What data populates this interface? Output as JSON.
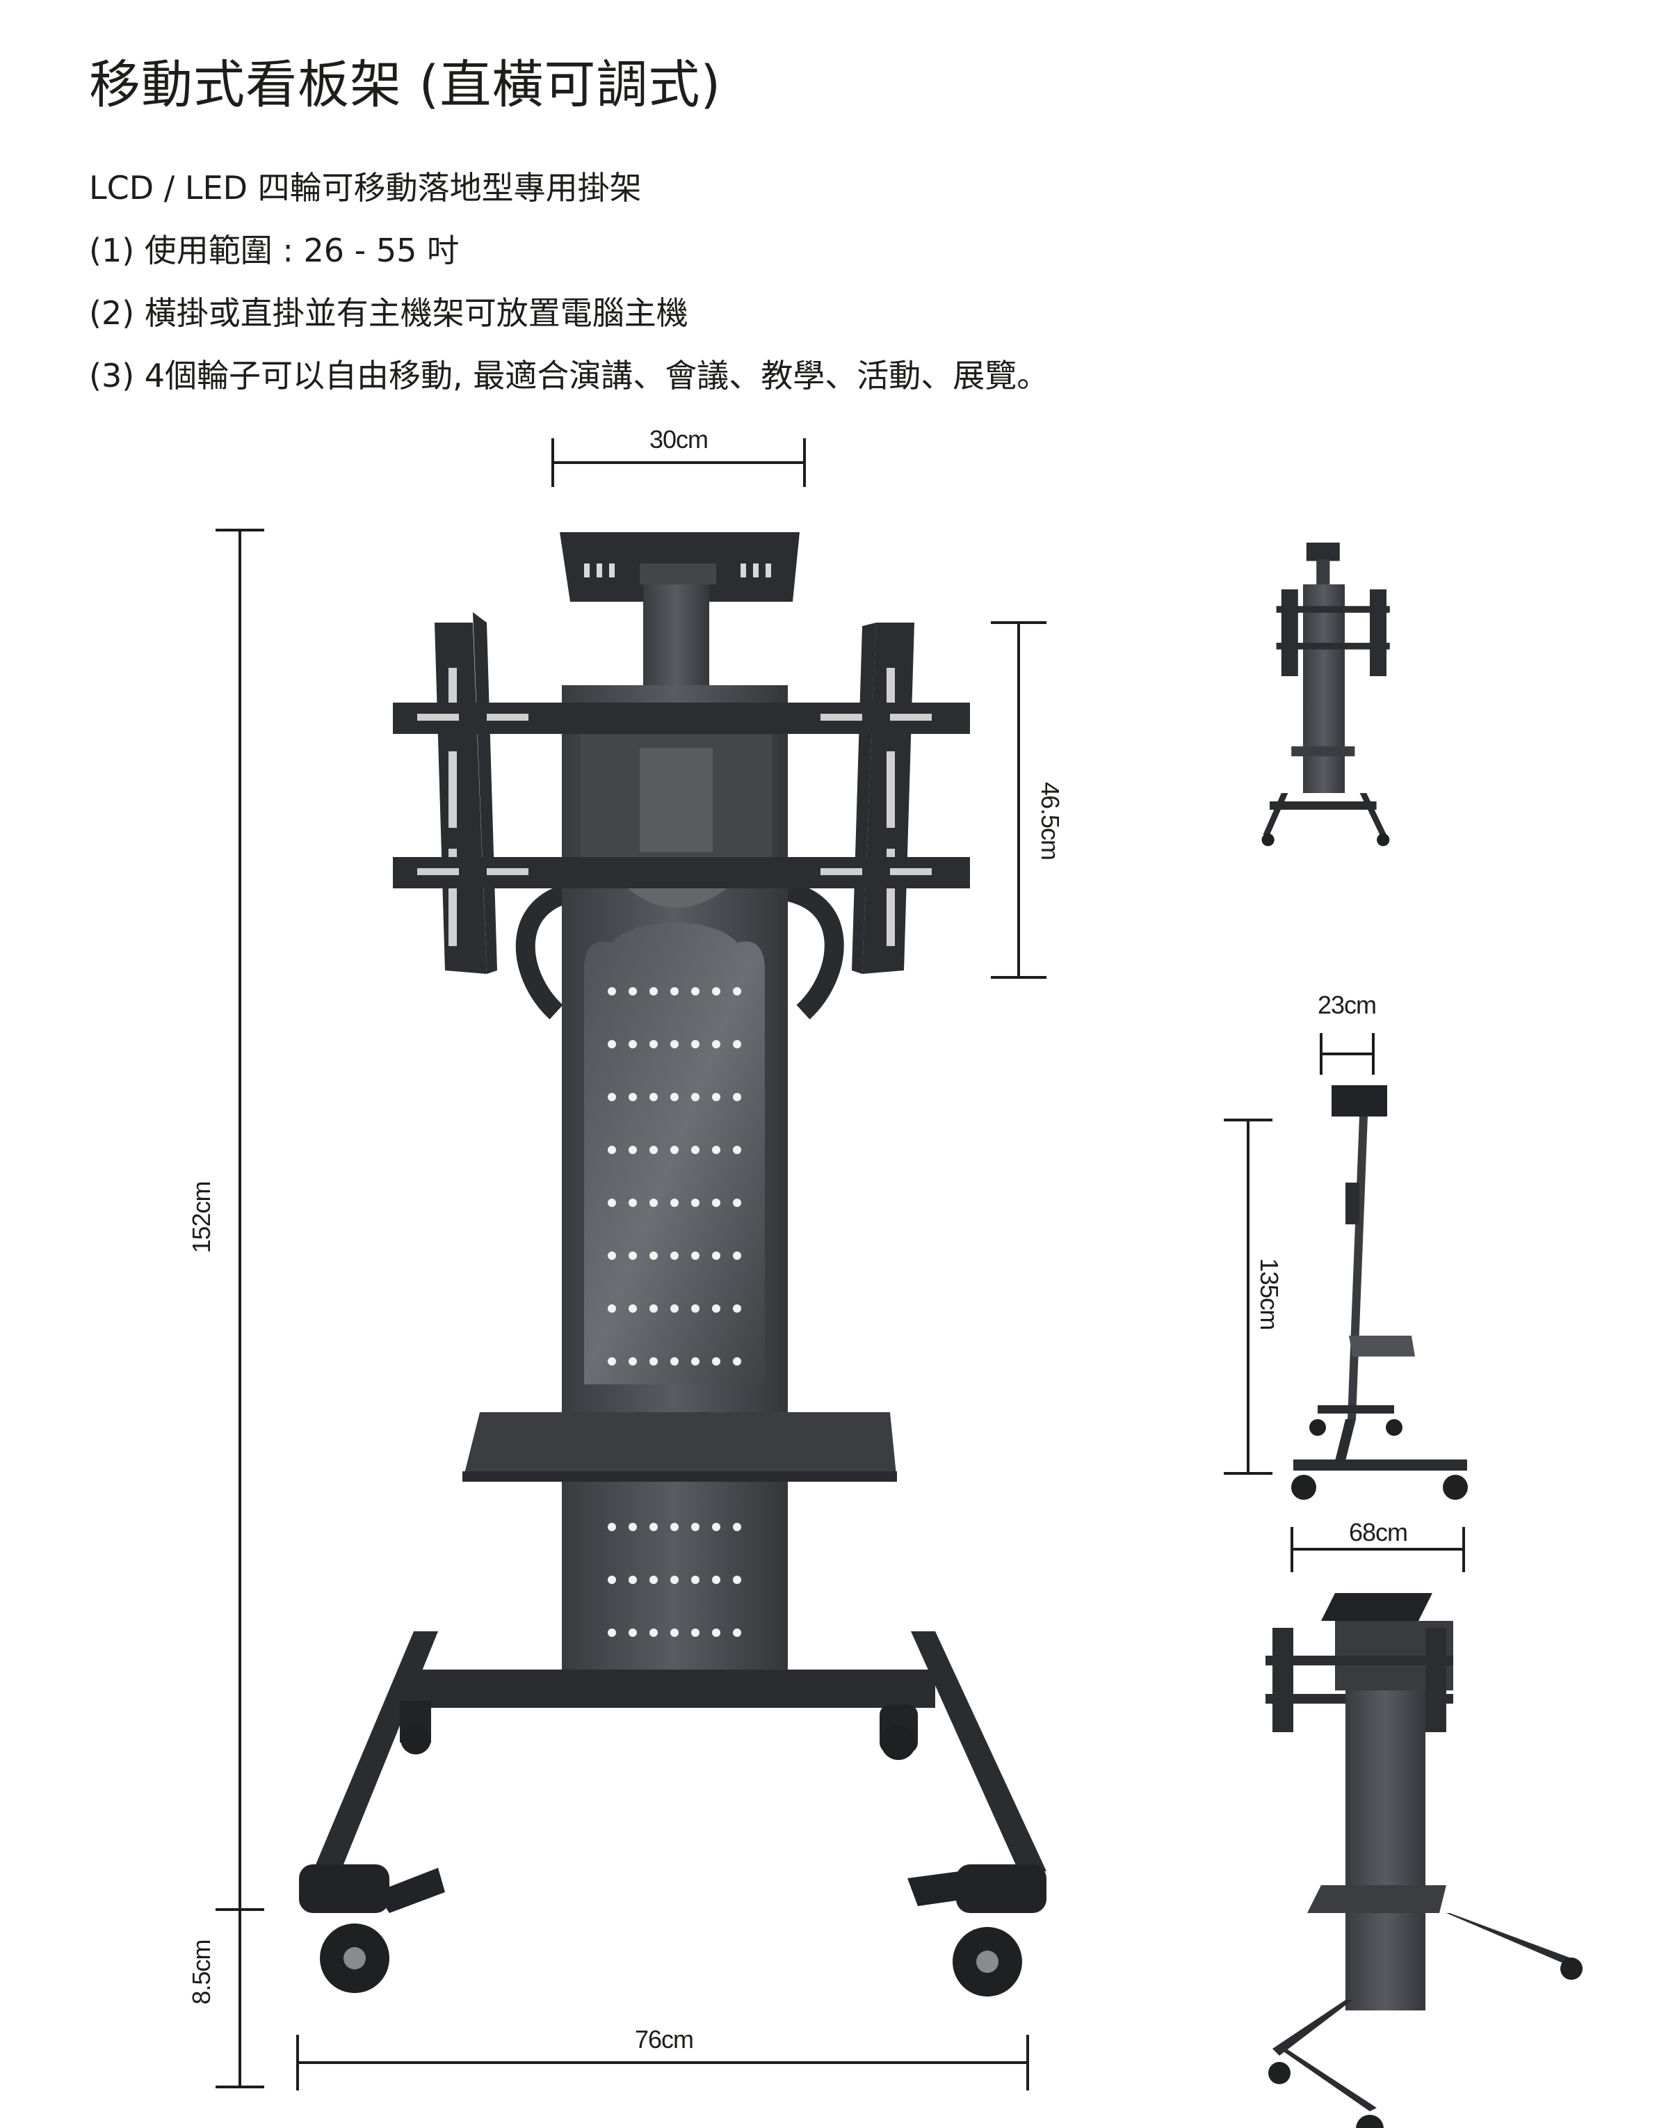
{
  "title": "移動式看板架 (直橫可調式)",
  "spec_lines": [
    "LCD / LED 四輪可移動落地型專用掛架",
    "(1) 使用範圍 : 26 - 55 吋",
    "(2) 橫掛或直掛並有主機架可放置電腦主機",
    "(3) 4個輪子可以自由移動, 最適合演講、會議、教學、活動、展覽。"
  ],
  "dimensions": {
    "bracket_width": "30cm",
    "bracket_height": "46.5cm",
    "total_height": "152cm",
    "base_height": "8.5cm",
    "base_width": "76cm",
    "side_depth": "23cm",
    "side_height": "135cm",
    "side_base_width": "68cm"
  },
  "colors": {
    "metal_dark": "#2f3033",
    "metal_mid": "#4a4b4f",
    "metal_light": "#6b6c70",
    "dimension_line": "#1d1d1b"
  }
}
